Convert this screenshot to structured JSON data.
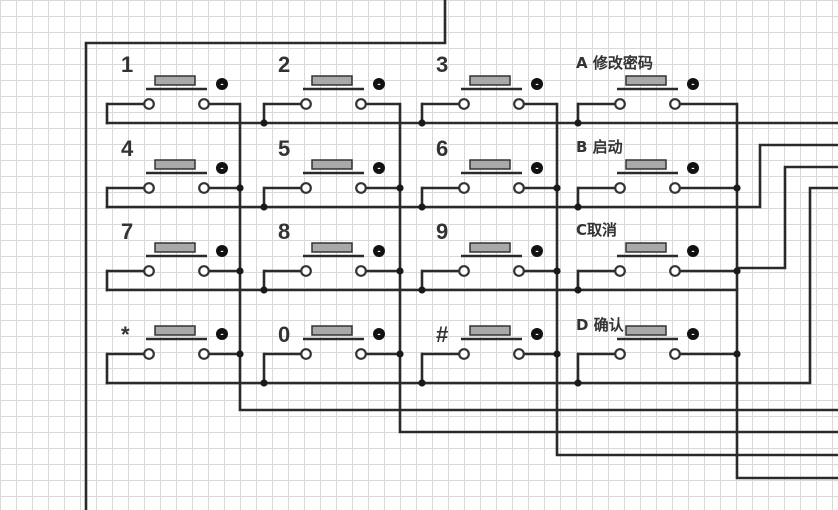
{
  "diagram": {
    "title": "",
    "keys": [
      {
        "label": "1"
      },
      {
        "label": "2"
      },
      {
        "label": "3"
      },
      {
        "label": "A 修改密码"
      },
      {
        "label": "4"
      },
      {
        "label": "5"
      },
      {
        "label": "6"
      },
      {
        "label": "B 启动"
      },
      {
        "label": "7"
      },
      {
        "label": "8"
      },
      {
        "label": "9"
      },
      {
        "label": "C取消"
      },
      {
        "label": "*"
      },
      {
        "label": "0"
      },
      {
        "label": "#"
      },
      {
        "label": "D 确认"
      }
    ],
    "badge_symbol": "⁃",
    "colors": {
      "grid": "#d9d9d9",
      "wire": "#2a2a2a",
      "button_cap": "#a9a9a9",
      "badge": "#111111"
    }
  }
}
